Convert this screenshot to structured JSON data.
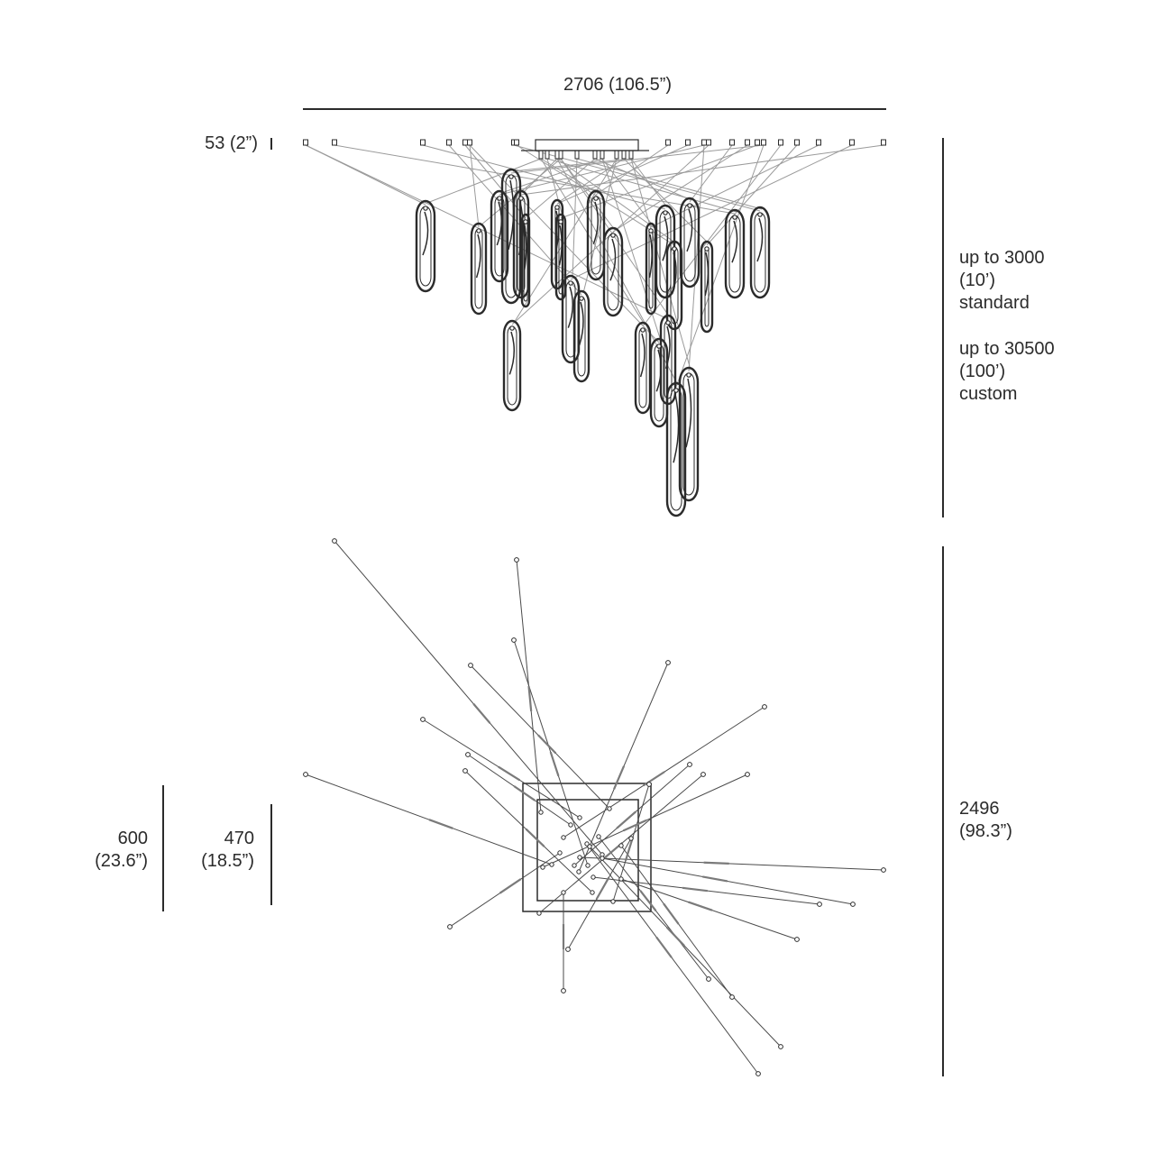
{
  "dimensions": {
    "overall_width": "2706 (106.5”)",
    "canopy_thickness": "53 (2”)",
    "drop_height": {
      "standard_line1": "up to 3000",
      "standard_line2": "(10’)",
      "standard_line3": "standard",
      "custom_line1": "up to 30500",
      "custom_line2": "(100’)",
      "custom_line3": "custom"
    },
    "plan_spread": {
      "line1": "2496",
      "line2": "(98.3”)"
    },
    "canopy_outer": {
      "line1": "600",
      "line2": "(23.6”)"
    },
    "canopy_inner": {
      "line1": "470",
      "line2": "(18.5”)"
    }
  },
  "views": [
    "elevation-view",
    "plan-view"
  ],
  "line_color": "#2b2b2b",
  "cable_color": "#9a9a9a"
}
